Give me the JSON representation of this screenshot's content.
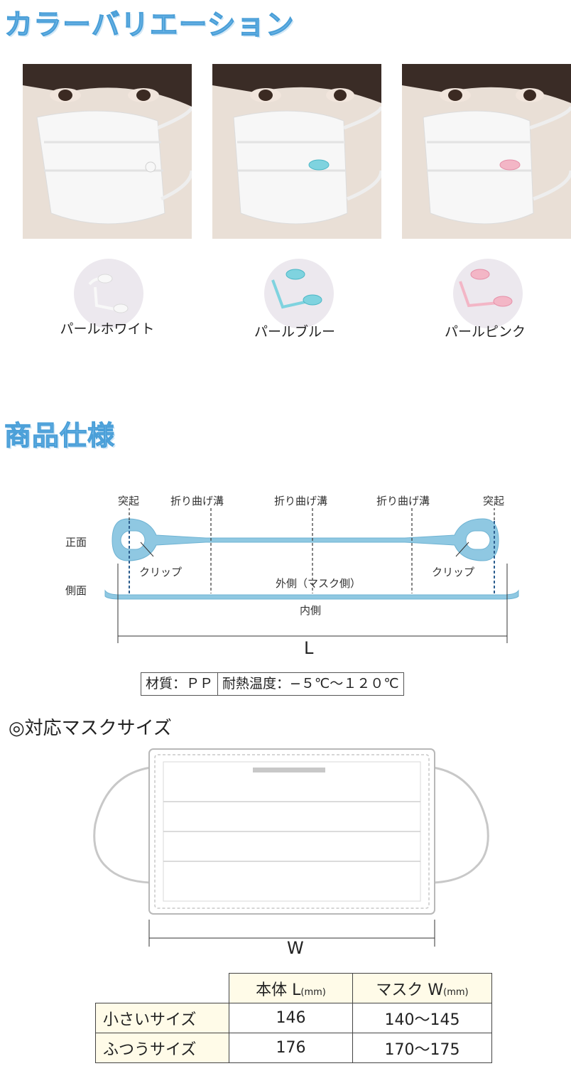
{
  "colors_section": {
    "title": "カラーバリエーション",
    "variants": [
      {
        "name": "パールホワイト",
        "clip_color": "#f4f4f4",
        "clip_stroke": "#d6d6d6"
      },
      {
        "name": "パールブルー",
        "clip_color": "#7fd3df",
        "clip_stroke": "#4bb7c6"
      },
      {
        "name": "パールピンク",
        "clip_color": "#f3b6c6",
        "clip_stroke": "#e58fa8"
      }
    ]
  },
  "spec_section": {
    "title": "商品仕様",
    "diagram": {
      "protrusion_label": "突起",
      "fold_label": "折り曲げ溝",
      "front_label": "正面",
      "side_label": "側面",
      "clip_label": "クリップ",
      "outer_label": "外側（マスク側）",
      "inner_label": "内側",
      "length_label": "L",
      "clip_color": "#8fc8e2"
    },
    "material": "材質：ＰＰ",
    "heat_resistance": "耐熱温度：−５℃〜１２０℃"
  },
  "compat_section": {
    "title": "◎対応マスクサイズ",
    "width_label": "W",
    "table": {
      "col_body": "本体 L",
      "col_mask": "マスク W",
      "unit": "(mm)",
      "rows": [
        {
          "label": "小さいサイズ",
          "body": "146",
          "mask": "140〜145"
        },
        {
          "label": "ふつうサイズ",
          "body": "176",
          "mask": "170〜175"
        }
      ]
    }
  }
}
